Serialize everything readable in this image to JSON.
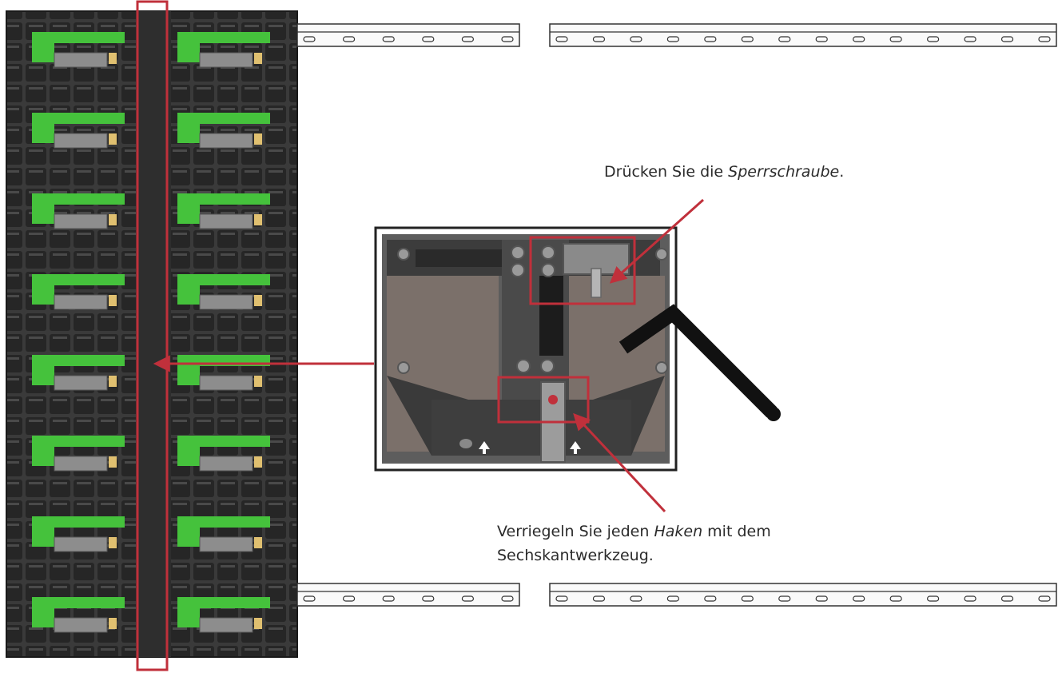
{
  "callouts": {
    "lock_screw": {
      "prefix": "Drücken Sie die ",
      "emphasis": "Sperrschraube",
      "suffix": "."
    },
    "hook": {
      "prefix": "Verriegeln Sie jeden ",
      "emphasis": "Haken",
      "suffix": " mit dem",
      "line2": "Sechskantwerkzeug."
    }
  },
  "colors": {
    "highlight": "#c0303b",
    "module_green": "#45c23c",
    "panel_dark": "#2a2a2a",
    "plate_brown": "#7b706a"
  },
  "structure": {
    "module_columns": 2,
    "module_rows": 8
  }
}
